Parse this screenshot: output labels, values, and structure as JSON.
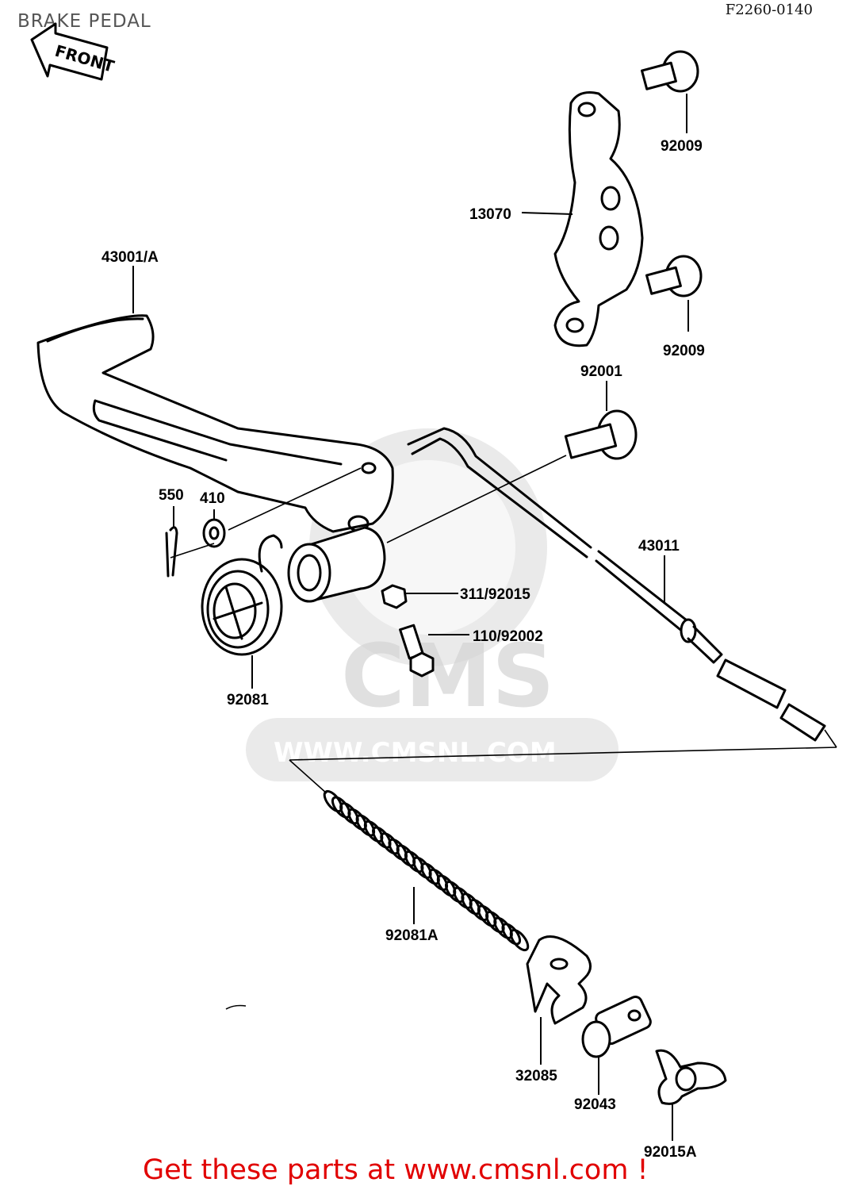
{
  "header": {
    "title": "BRAKE PEDAL",
    "code": "F2260-0140"
  },
  "front_arrow": {
    "label": "FRONT"
  },
  "watermark": {
    "brand": "CMS",
    "url": "WWW.CMSNL.COM"
  },
  "parts": [
    {
      "number": "43001/A"
    },
    {
      "number": "13070"
    },
    {
      "number": "92009"
    },
    {
      "number": "92009"
    },
    {
      "number": "92001"
    },
    {
      "number": "550"
    },
    {
      "number": "410"
    },
    {
      "number": "43011"
    },
    {
      "number": "311/92015"
    },
    {
      "number": "110/92002"
    },
    {
      "number": "92081"
    },
    {
      "number": "92081A"
    },
    {
      "number": "32085"
    },
    {
      "number": "92043"
    },
    {
      "number": "92015A"
    }
  ],
  "footer": {
    "text": "Get these parts at www.cmsnl.com !"
  },
  "colors": {
    "footer": "#e10000",
    "line": "#000000",
    "watermark": "#d9d9d9"
  }
}
